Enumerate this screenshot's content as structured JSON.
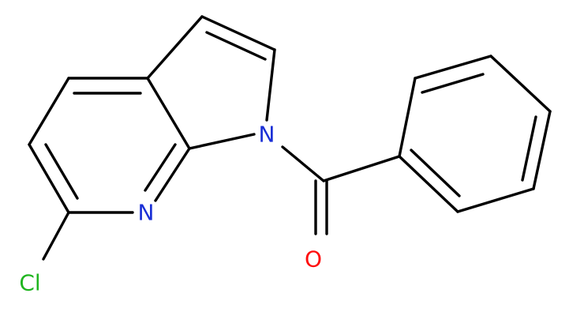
{
  "molecule": {
    "atoms": [
      {
        "id": "N1",
        "label": "N",
        "color": "#1a2fd6"
      },
      {
        "id": "N7",
        "label": "N",
        "color": "#1a2fd6"
      },
      {
        "id": "O",
        "label": "O",
        "color": "#ff0d0d"
      },
      {
        "id": "Cl",
        "label": "Cl",
        "color": "#1fb51f"
      }
    ]
  }
}
